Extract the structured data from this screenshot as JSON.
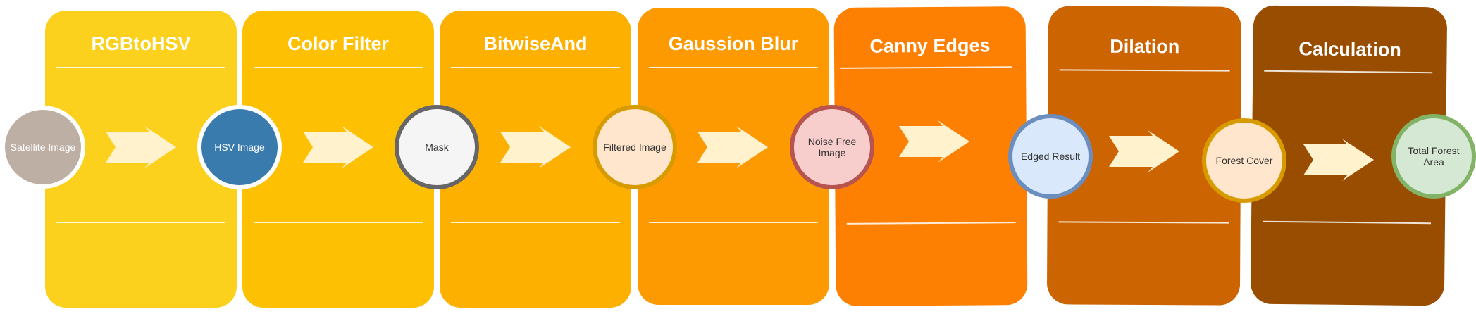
{
  "stages": [
    {
      "title": "RGBtoHSV",
      "color": "#FCD11D"
    },
    {
      "title": "Color Filter",
      "color": "#FDC003"
    },
    {
      "title": "BitwiseAnd",
      "color": "#FDB000"
    },
    {
      "title": "Gaussion Blur",
      "color": "#FD9A01"
    },
    {
      "title": "Canny Edges",
      "color": "#FE8002"
    },
    {
      "title": "Dilation",
      "color": "#CB6401"
    },
    {
      "title": "Calculation",
      "color": "#984D01"
    }
  ],
  "nodes": [
    {
      "label": "Satellite Image",
      "fill": "#BEAFA5",
      "border": "#ffffff",
      "text_color": "#ffffff"
    },
    {
      "label": "HSV Image",
      "fill": "#3A7BAE",
      "border": "#ffffff",
      "text_color": "#ffffff"
    },
    {
      "label": "Mask",
      "fill": "#F5F5F5",
      "border": "#666666",
      "text_color": "#333333"
    },
    {
      "label": "Filtered Image",
      "fill": "#FFE6CC",
      "border": "#D79B00",
      "text_color": "#333333"
    },
    {
      "label": "Noise Free Image",
      "fill": "#F8CECC",
      "border": "#B85450",
      "text_color": "#333333"
    },
    {
      "label": "Edged Result",
      "fill": "#DAE8FC",
      "border": "#6C8EBF",
      "text_color": "#333333"
    },
    {
      "label": "Forest Cover",
      "fill": "#FFE6CC",
      "border": "#D79B00",
      "text_color": "#333333"
    },
    {
      "label": "Total Forest Area",
      "fill": "#D5E8D4",
      "border": "#82B366",
      "text_color": "#333333"
    }
  ],
  "arrow_color": "#FFF2CC"
}
